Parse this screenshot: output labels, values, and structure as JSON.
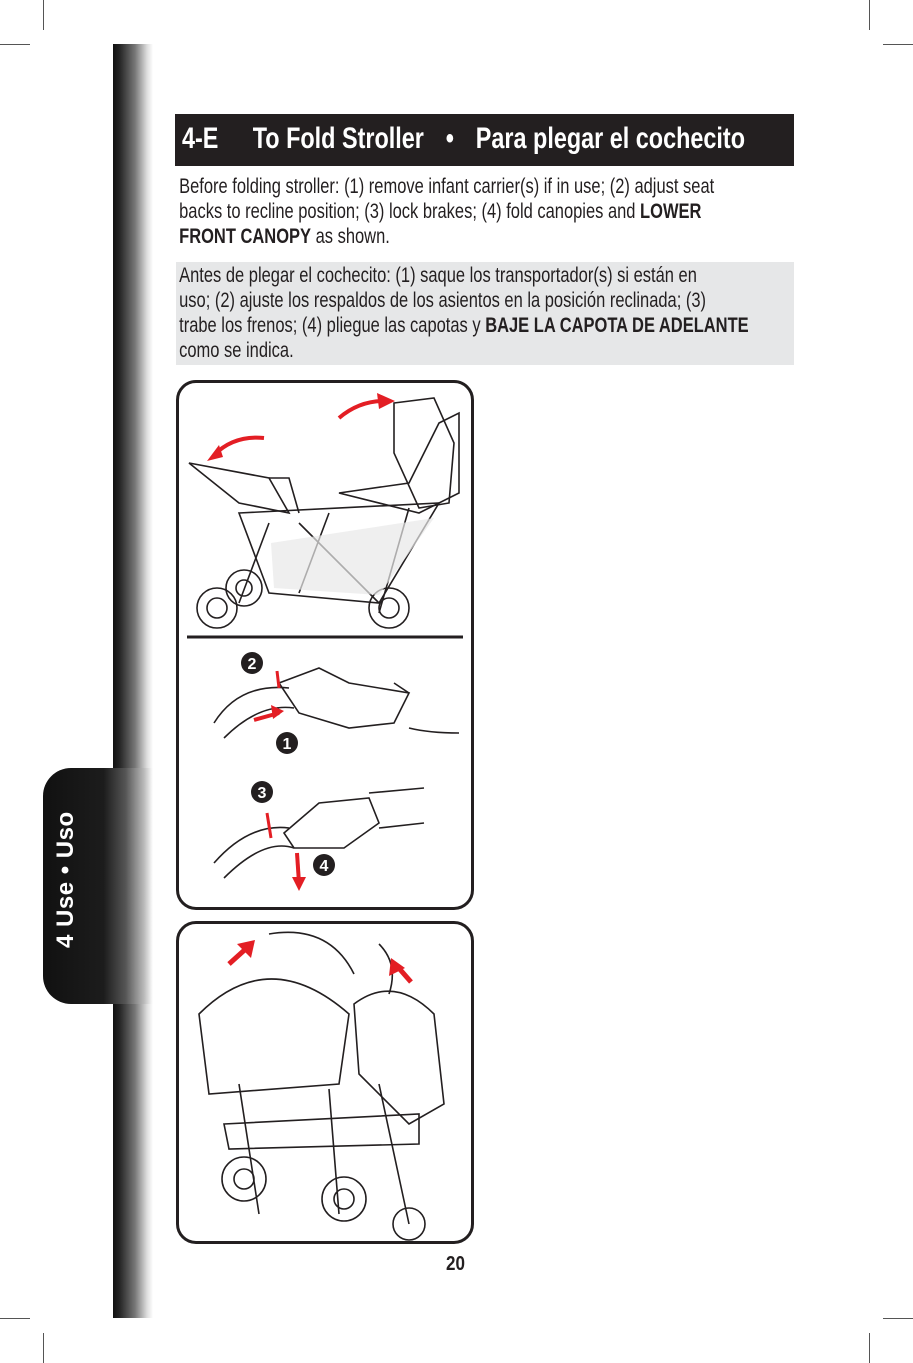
{
  "side_tab": {
    "label": "4 Use • Uso"
  },
  "header": {
    "section": "4-E",
    "title_en": "To Fold Stroller",
    "separator": "•",
    "title_es": "Para plegar el cochecito"
  },
  "english": {
    "line1": "Before folding stroller: (1) remove infant carrier(s) if in use; (2) adjust seat",
    "line2": "backs to recline position; (3) lock brakes; (4) fold canopies and ",
    "line2_bold": "LOWER",
    "line3_bold": "FRONT CANOPY",
    "line3": " as shown."
  },
  "spanish": {
    "line1": "Antes de plegar el cochecito: (1) saque los transportador(s) si están en",
    "line2": "uso; (2) ajuste los respaldos de los asientos en la posición reclinada; (3)",
    "line3": "trabe los frenos; (4) pliegue las capotas y ",
    "line3_bold": "BAJE LA CAPOTA DE ADELANTE",
    "line4": "como se indica."
  },
  "steps": {
    "s1": "1",
    "s2": "2",
    "s3": "3",
    "s4": "4"
  },
  "page_number": "20",
  "colors": {
    "header_bg": "#231f20",
    "arrow": "#e31e24",
    "spanish_bg": "#e6e7e8"
  }
}
